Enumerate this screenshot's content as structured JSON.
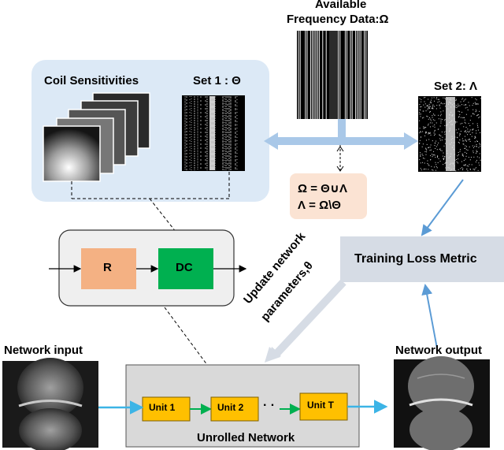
{
  "labels": {
    "available_line1": "Available",
    "available_line2": "Frequency Data:Ω",
    "coil_sensitivities": "Coil Sensitivities",
    "set1": "Set 1 : Θ",
    "set2": "Set 2: Λ",
    "eq1": "Ω = Θ∪Λ",
    "eq2": "Λ = Ω\\Θ",
    "block_r": "R",
    "block_dc": "DC",
    "training_loss": "Training Loss Metric",
    "update_line1": "Update network",
    "update_line2": "parameters,θ",
    "network_input": "Network input",
    "network_output": "Network output",
    "unit1": "Unit 1",
    "unit2": "Unit 2",
    "dots": "· ·",
    "unitT": "Unit T",
    "unrolled_network": "Unrolled Network"
  },
  "colors": {
    "panel_blue": "#dce9f6",
    "arrow_blue": "#a9c8e8",
    "eq_box": "#fbe3d3",
    "block_r": "#f4b183",
    "block_dc": "#00b050",
    "unit_fill": "#ffc000",
    "loss_box": "#d6dce5",
    "unrolled_box": "#d9d9d9",
    "input_arrow": "#3cb4e6",
    "unit_arrow": "#00b050",
    "feedback_arrow": "#5b9bd5"
  },
  "icons": {
    "undersampling_mask": "vertical-line-mask-icon",
    "coil_maps": "coil-sensitivity-stack-icon",
    "knee_mri": "knee-mri-image-icon"
  }
}
